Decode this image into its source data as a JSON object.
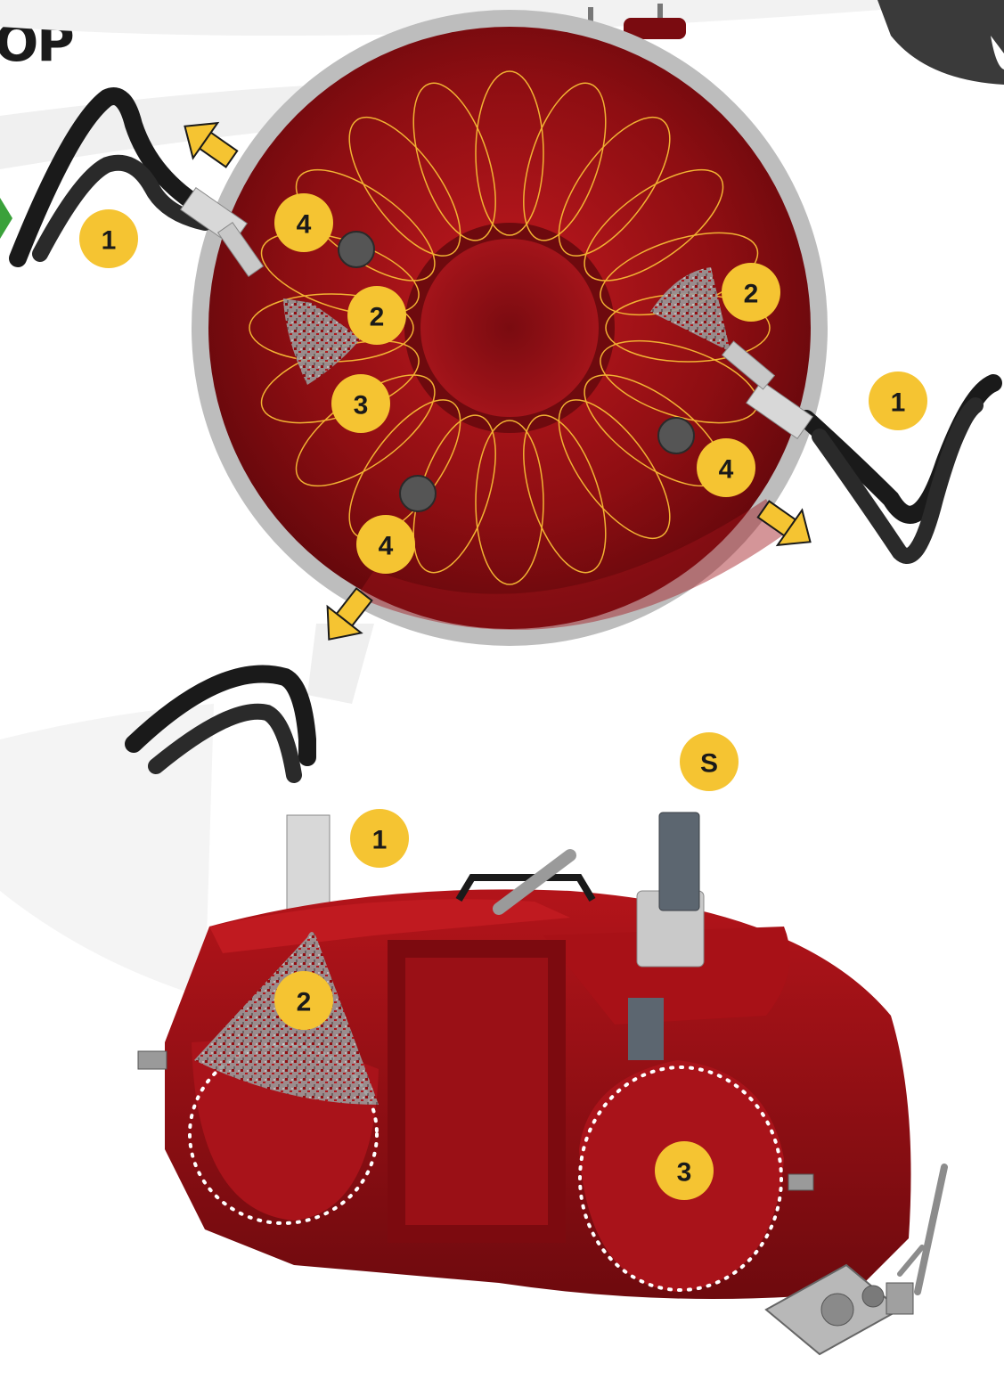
{
  "header": {
    "title_fragment": "OP"
  },
  "top_view": {
    "badges": [
      {
        "id": "hose-left",
        "label": "1"
      },
      {
        "id": "sensor-top-left",
        "label": "4"
      },
      {
        "id": "nozzle-left",
        "label": "2"
      },
      {
        "id": "coil-left",
        "label": "3"
      },
      {
        "id": "sensor-bottom",
        "label": "4"
      },
      {
        "id": "nozzle-right",
        "label": "2"
      },
      {
        "id": "hose-right",
        "label": "1"
      },
      {
        "id": "sensor-right",
        "label": "4"
      }
    ]
  },
  "cutaway_view": {
    "badges": [
      {
        "id": "hose",
        "label": "1"
      },
      {
        "id": "nozzle",
        "label": "2"
      },
      {
        "id": "chamber",
        "label": "3"
      },
      {
        "id": "stack",
        "label": "S"
      }
    ]
  },
  "colors": {
    "badge": "#f5c432",
    "body_red": "#8e0e12",
    "rim_gray": "#bdbdbd",
    "coil": "#f2b233",
    "arrow": "#f5c432",
    "hose": "#1a1a1a"
  }
}
